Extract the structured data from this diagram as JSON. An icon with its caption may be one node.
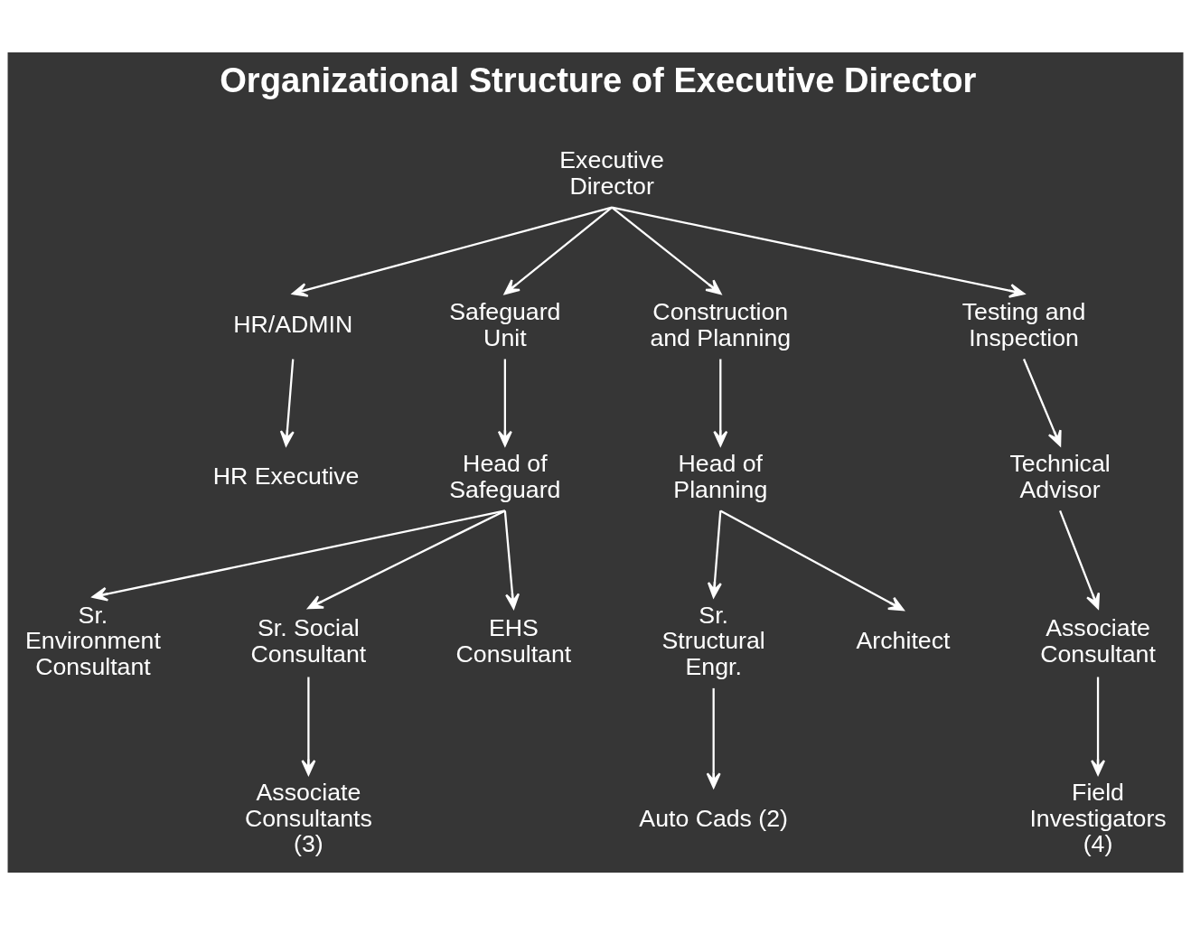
{
  "diagram": {
    "title": "Organizational Structure of Executive Director",
    "nodes": [
      {
        "text": [
          "Executive Director"
        ]
      },
      {
        "text": [
          "HR/ADMIN"
        ]
      },
      {
        "text": [
          "Safeguard Unit"
        ]
      },
      {
        "text": [
          "Construction and Planning"
        ]
      },
      {
        "text": [
          "Testing and Inspection"
        ]
      },
      {
        "text": [
          "HR Executive"
        ]
      },
      {
        "text": [
          "Head of Safeguard"
        ]
      },
      {
        "text": [
          "Head of Planning"
        ]
      },
      {
        "text": [
          "Technical Advisor"
        ]
      },
      {
        "text": [
          "Sr. Environment Consultant"
        ]
      },
      {
        "text": [
          "Sr. Social Consultant"
        ]
      },
      {
        "text": [
          "EHS Consultant"
        ]
      },
      {
        "text": [
          "Sr. Structural Engr."
        ]
      },
      {
        "text": [
          "Architect"
        ]
      },
      {
        "text": [
          "Associate Consultant"
        ]
      },
      {
        "text": [
          "Associate Consultants (3)"
        ]
      },
      {
        "text": [
          "Auto Cads (2)"
        ]
      },
      {
        "text": [
          "Field Investigators (4)"
        ]
      }
    ],
    "edges": [
      {
        "from": 0,
        "to": 1,
        "arrow": "to"
      },
      {
        "from": 0,
        "to": 2,
        "arrow": "to"
      },
      {
        "from": 0,
        "to": 3,
        "arrow": "to"
      },
      {
        "from": 0,
        "to": 4,
        "arrow": "to"
      },
      {
        "from": 1,
        "to": 5,
        "arrow": "to"
      },
      {
        "from": 2,
        "to": 6,
        "arrow": "to"
      },
      {
        "from": 3,
        "to": 7,
        "arrow": "to"
      },
      {
        "from": 4,
        "to": 8,
        "arrow": "to"
      },
      {
        "from": 6,
        "to": 9,
        "arrow": "to"
      },
      {
        "from": 6,
        "to": 10,
        "arrow": "to"
      },
      {
        "from": 6,
        "to": 11,
        "arrow": "to"
      },
      {
        "from": 7,
        "to": 12,
        "arrow": "to"
      },
      {
        "from": 7,
        "to": 13,
        "arrow": "to"
      },
      {
        "from": 8,
        "to": 14,
        "arrow": "to"
      },
      {
        "from": 10,
        "to": 15,
        "arrow": "to"
      },
      {
        "from": 12,
        "to": 16,
        "arrow": "to"
      },
      {
        "from": 14,
        "to": 17,
        "arrow": "to"
      }
    ]
  }
}
